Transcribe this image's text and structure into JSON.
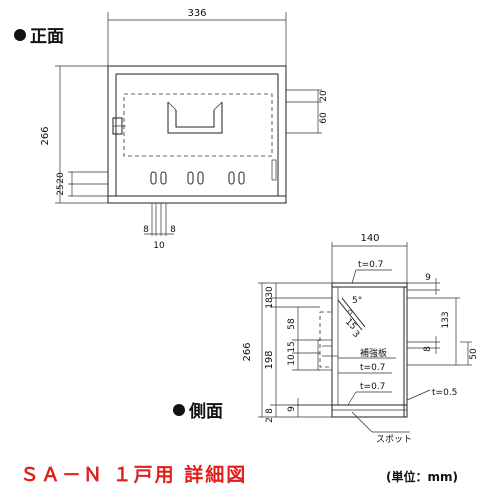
{
  "front": {
    "heading": "正面",
    "dims": {
      "width": "336",
      "height": "266",
      "top_offset": "20",
      "slot": "60",
      "bottom_a": "20",
      "bottom_b": "25",
      "foot_left": "8",
      "foot_right": "8",
      "foot_mid": "10"
    }
  },
  "side": {
    "heading": "側面",
    "dims": {
      "depth": "140",
      "t_top": "t=0.7",
      "top_gap": "9",
      "left_30": "30",
      "left_18": "18",
      "left_15": "15",
      "left_10": "10",
      "left_58": "58",
      "height": "266",
      "mid_198": "198",
      "bottom_8": "8",
      "bottom_2": "2",
      "bottom_9": "9",
      "right_133": "133",
      "right_50": "50",
      "right_8": "8",
      "angle": "5°",
      "angle_15": "15",
      "angle_3": "3",
      "board_label": "補強板",
      "t_board": "t=0.7",
      "t_bottom": "t=0.7",
      "t_right": "t=0.5",
      "spot_label": "スポット"
    }
  },
  "footer": {
    "title": "ＳＡ－Ｎ １戸用 詳細図",
    "unit": "(単位：mm)"
  }
}
